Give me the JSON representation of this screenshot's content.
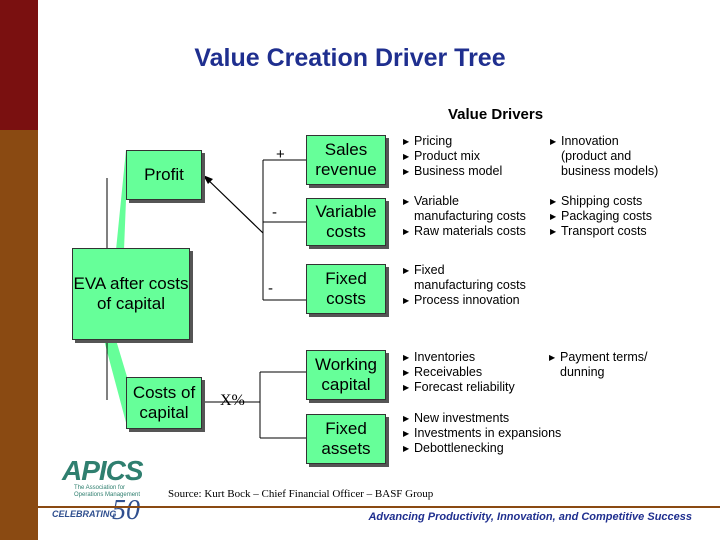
{
  "title": "Value Creation Driver Tree",
  "drivers_heading": "Value Drivers",
  "nodes": {
    "eva": "EVA after costs of capital",
    "profit": "Profit",
    "costs_of_capital": "Costs of capital",
    "sales_revenue": "Sales revenue",
    "variable_costs": "Variable costs",
    "fixed_costs": "Fixed costs",
    "working_capital": "Working capital",
    "fixed_assets": "Fixed assets"
  },
  "signs": {
    "sales": "+",
    "variable": "-",
    "fixed": "-",
    "capital": "X%"
  },
  "drivers": {
    "sales_left": [
      "Pricing",
      "Product mix",
      "Business model"
    ],
    "sales_right": [
      "Innovation",
      "(product and",
      "business models)"
    ],
    "variable_left": [
      "Variable",
      "manufacturing costs",
      "Raw materials costs"
    ],
    "variable_right": [
      "Shipping costs",
      "Packaging costs",
      "Transport costs"
    ],
    "fixed_left": [
      "Fixed",
      "manufacturing costs",
      "Process innovation"
    ],
    "working_left": [
      "Inventories",
      "Receivables",
      "Forecast reliability"
    ],
    "working_right": [
      "Payment terms/",
      "dunning"
    ],
    "assets_left": [
      "New investments",
      "Investments in expansions",
      "Debottlenecking"
    ]
  },
  "source": "Source:  Kurt Bock – Chief Financial Officer – BASF Group",
  "tagline": "Advancing Productivity, Innovation, and Competitive Success",
  "logo": {
    "name": "APICS",
    "subtitle": "The Association for Operations Management",
    "celebrating": "CELEBRATING",
    "number": "50"
  },
  "colors": {
    "box": "#66ff99",
    "title": "#1f2f8f",
    "sidebar_top": "#7a1010",
    "sidebar_bottom": "#8a4a12"
  }
}
